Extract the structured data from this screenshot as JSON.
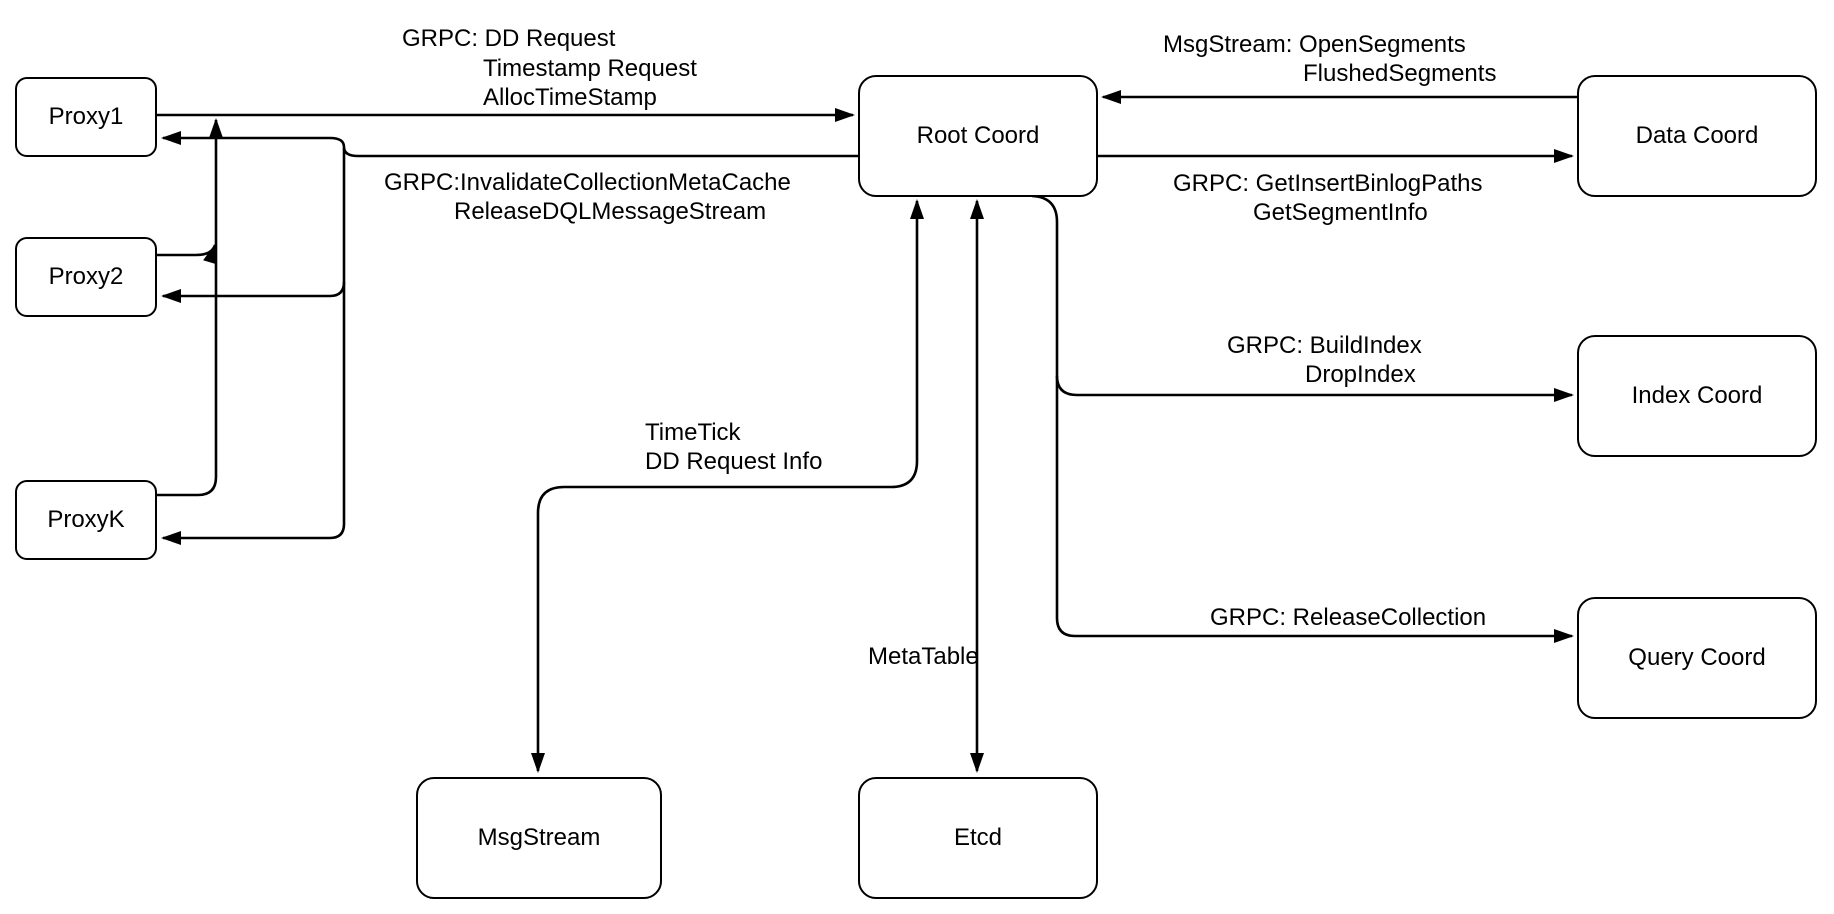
{
  "canvas": {
    "background": "#ffffff",
    "stroke_color": "#000000",
    "text_color": "#000000"
  },
  "nodes": {
    "proxy1": {
      "label": "Proxy1"
    },
    "proxy2": {
      "label": "Proxy2"
    },
    "proxyk": {
      "label": "ProxyK"
    },
    "root_coord": {
      "label": "Root Coord"
    },
    "data_coord": {
      "label": "Data Coord"
    },
    "index_coord": {
      "label": "Index Coord"
    },
    "query_coord": {
      "label": "Query Coord"
    },
    "msg_stream": {
      "label": "MsgStream"
    },
    "etcd": {
      "label": "Etcd"
    }
  },
  "edge_labels": {
    "proxy_to_root": {
      "line1": "GRPC: DD Request",
      "line2": "Timestamp Request",
      "line3": "AllocTimeStamp"
    },
    "root_to_proxies": {
      "line1": "GRPC:InvalidateCollectionMetaCache",
      "line2": "ReleaseDQLMessageStream"
    },
    "data_to_root": {
      "line1": "MsgStream: OpenSegments",
      "line2": "FlushedSegments"
    },
    "root_to_data": {
      "line1": "GRPC: GetInsertBinlogPaths",
      "line2": "GetSegmentInfo"
    },
    "root_to_index": {
      "line1": "GRPC: BuildIndex",
      "line2": "DropIndex"
    },
    "root_to_query": {
      "line1": "GRPC: ReleaseCollection"
    },
    "root_to_msgstream": {
      "line1": "TimeTick",
      "line2": "DD Request Info"
    },
    "root_to_etcd": {
      "line1": "MetaTable"
    }
  }
}
